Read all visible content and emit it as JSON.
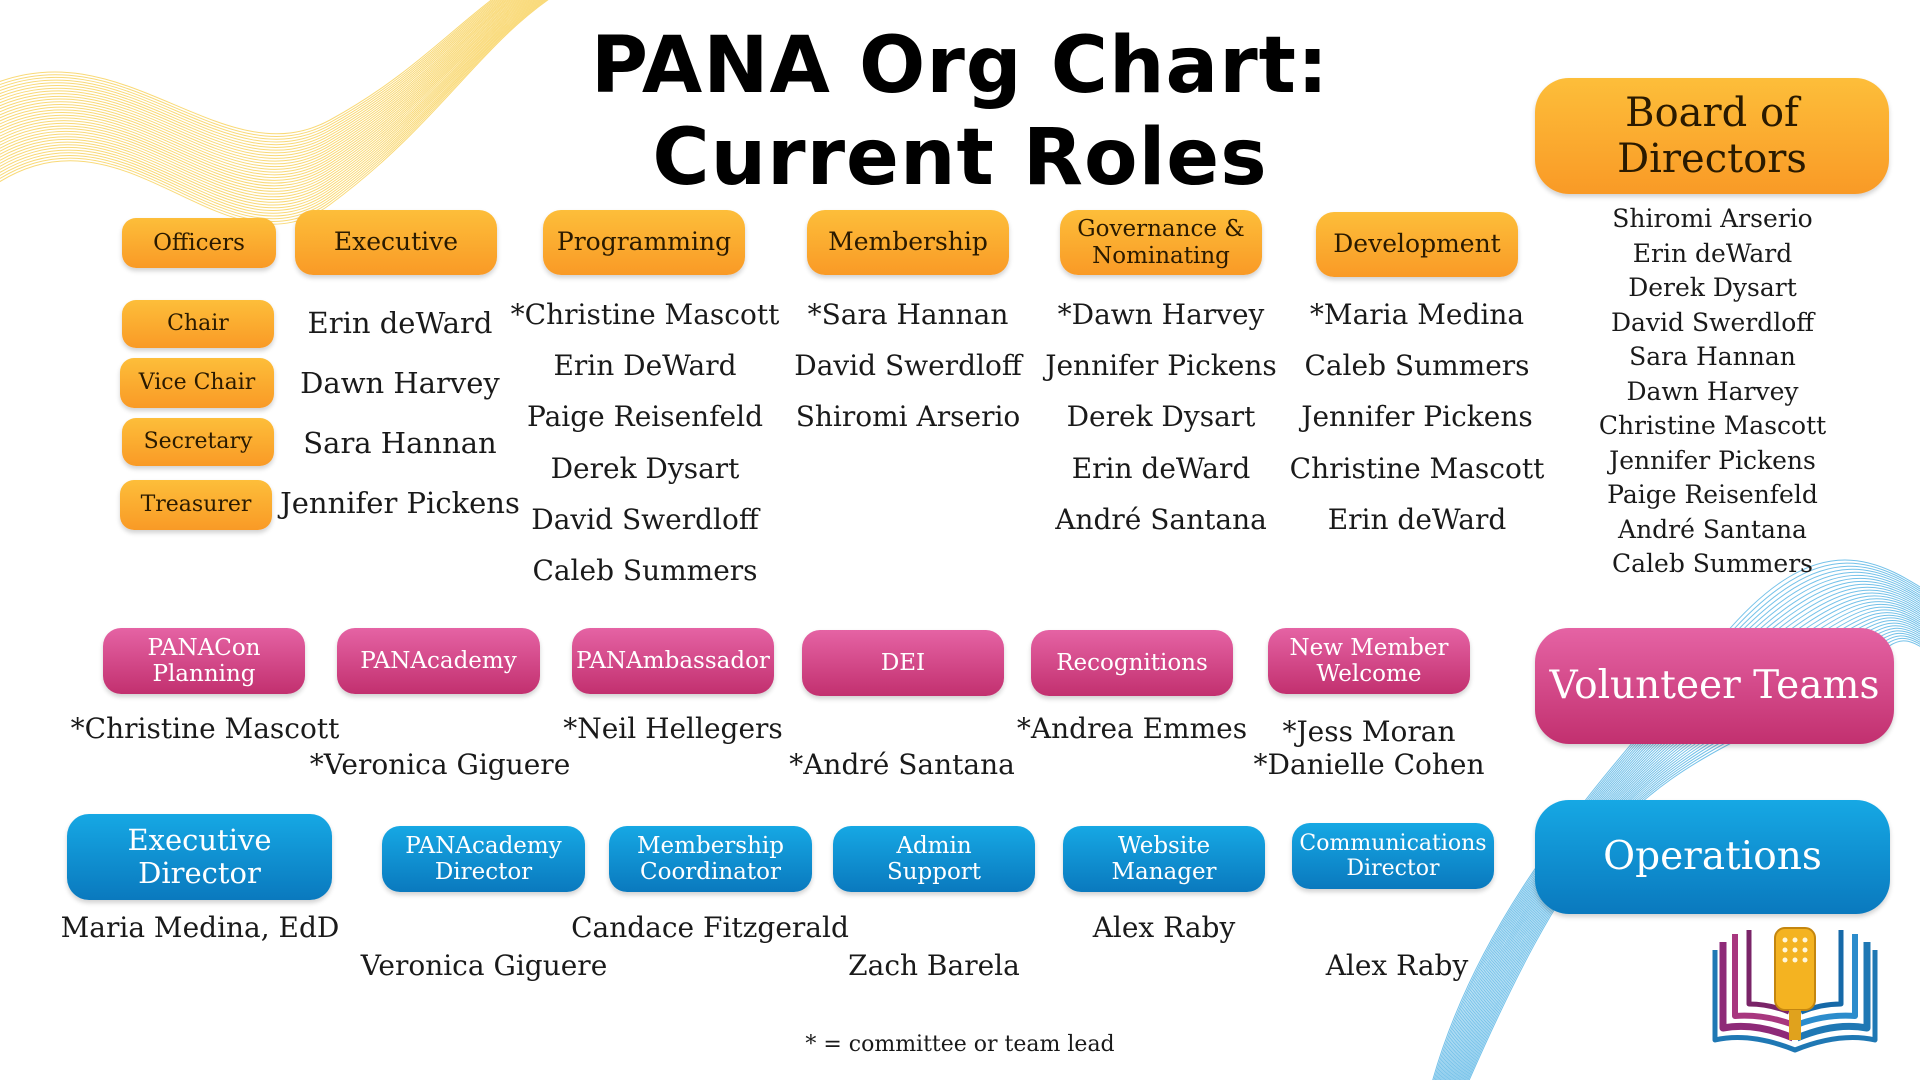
{
  "title_line1": "PANA Org Chart:",
  "title_line2": "Current Roles",
  "colors": {
    "orange": "#f9a62c",
    "pink": "#d4457f",
    "blue": "#0f92d4"
  },
  "board": {
    "label": "Board of Directors",
    "members": [
      "Shiromi Arserio",
      "Erin deWard",
      "Derek Dysart",
      "David Swerdloff",
      "Sara Hannan",
      "Dawn Harvey",
      "Christine Mascott",
      "Jennifer Pickens",
      "Paige Reisenfeld",
      "André Santana",
      "Caleb Summers"
    ]
  },
  "officers": {
    "label": "Officers",
    "roles": [
      "Chair",
      "Vice Chair",
      "Secretary",
      "Treasurer"
    ]
  },
  "committees": [
    {
      "label": "Executive",
      "members": [
        "Erin deWard",
        "Dawn Harvey",
        "Sara Hannan",
        "Jennifer Pickens"
      ]
    },
    {
      "label": "Programming",
      "members": [
        "*Christine Mascott",
        "Erin DeWard",
        "Paige Reisenfeld",
        "Derek Dysart",
        "David Swerdloff",
        "Caleb Summers"
      ]
    },
    {
      "label": "Membership",
      "members": [
        "*Sara Hannan",
        "David Swerdloff",
        "Shiromi Arserio"
      ]
    },
    {
      "label_line1": "Governance &",
      "label_line2": "Nominating",
      "members": [
        "*Dawn Harvey",
        "Jennifer Pickens",
        "Derek Dysart",
        "Erin deWard",
        "André Santana"
      ]
    },
    {
      "label": "Development",
      "members": [
        "*Maria Medina",
        "Caleb Summers",
        "Jennifer Pickens",
        "Christine Mascott",
        "Erin deWard"
      ]
    }
  ],
  "volunteer": {
    "label": "Volunteer Teams",
    "teams": [
      {
        "label_line1": "PANACon",
        "label_line2": "Planning",
        "lead": "*Christine Mascott"
      },
      {
        "label": "PANAcademy",
        "lead": "*Veronica Giguere"
      },
      {
        "label": "PANAmbassador",
        "lead": "*Neil Hellegers"
      },
      {
        "label": "DEI",
        "lead": "*André Santana"
      },
      {
        "label": "Recognitions",
        "lead": "*Andrea Emmes"
      },
      {
        "label_line1": "New Member",
        "label_line2": "Welcome",
        "lead": "*Jess Moran",
        "lead2": "*Danielle Cohen"
      }
    ]
  },
  "operations": {
    "label": "Operations",
    "roles": [
      {
        "label": "Executive Director",
        "name": "Maria Medina, EdD"
      },
      {
        "label_line1": "PANAcademy",
        "label_line2": "Director",
        "name": "Veronica Giguere"
      },
      {
        "label_line1": "Membership",
        "label_line2": "Coordinator",
        "name": "Candace Fitzgerald"
      },
      {
        "label_line1": "Admin",
        "label_line2": "Support",
        "name": "Zach Barela"
      },
      {
        "label_line1": "Website",
        "label_line2": "Manager",
        "name": "Alex Raby"
      },
      {
        "label_line1": "Communications",
        "label_line2": "Director",
        "name": "Alex Raby"
      }
    ]
  },
  "footnote": "* = committee or team lead"
}
